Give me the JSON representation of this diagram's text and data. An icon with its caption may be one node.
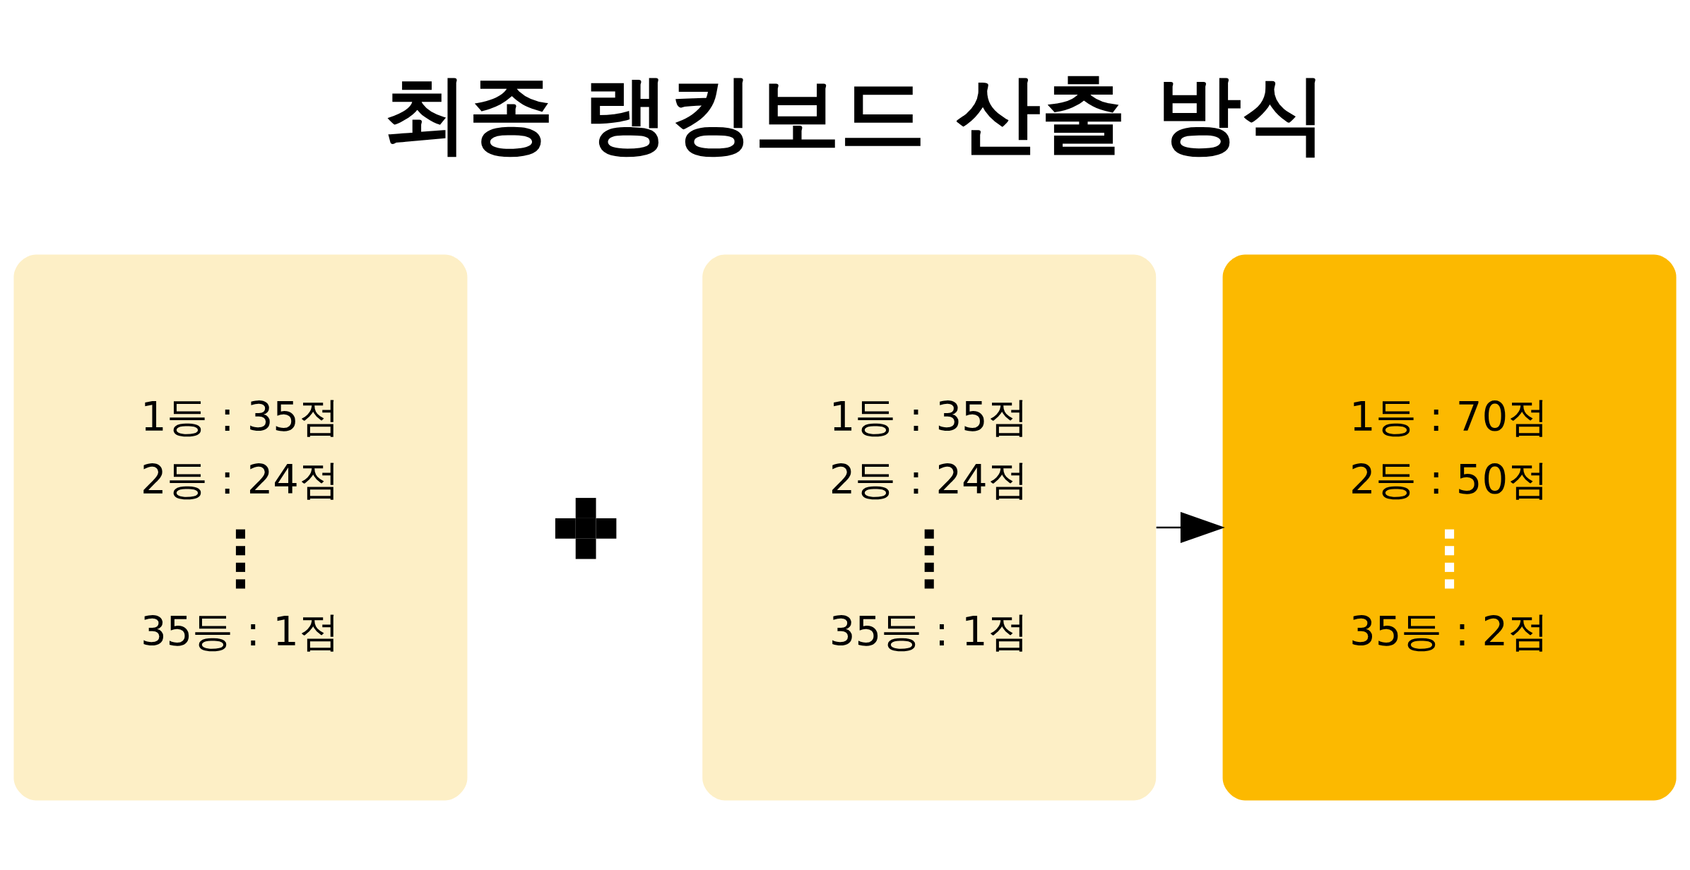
{
  "diagram": {
    "title": "최종 랭킹보드 산출 방식",
    "nodes": [
      {
        "text": [
          "1등 : 35점",
          "2등 : 24점",
          "35등 : 1점"
        ]
      },
      {
        "text": [],
        "shape": "plus"
      },
      {
        "text": [
          "1등 : 35점",
          "2등 : 24점",
          "35등 : 1점"
        ]
      },
      {
        "text": [
          "1등 : 70점",
          "2등 : 50점",
          "35등 : 2점"
        ]
      }
    ],
    "edges": [
      {
        "from": 2,
        "to": 3,
        "arrow": "to"
      }
    ]
  }
}
